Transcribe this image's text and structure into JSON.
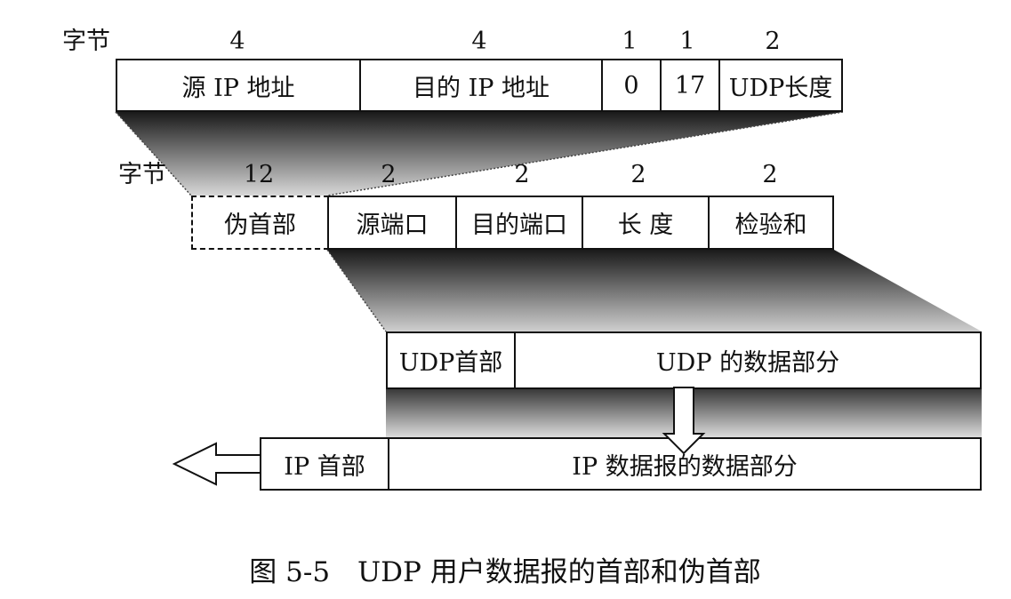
{
  "ip_pseudo_header": {
    "byte_label": "字节",
    "byte_counts": [
      "4",
      "4",
      "1",
      "1",
      "2"
    ],
    "fields": [
      "源 IP 地址",
      "目的 IP 地址",
      "0",
      "17",
      "UDP长度"
    ]
  },
  "udp_header": {
    "byte_label": "字节",
    "byte_counts": [
      "12",
      "2",
      "2",
      "2",
      "2"
    ],
    "pseudo_field": "伪首部",
    "fields": [
      "源端口",
      "目的端口",
      "长 度",
      "检验和"
    ]
  },
  "udp_datagram": {
    "header": "UDP首部",
    "data": "UDP 的数据部分"
  },
  "ip_datagram": {
    "header": "IP 首部",
    "data": "IP 数据报的数据部分"
  },
  "caption": "图 5-5　UDP 用户数据报的首部和伪首部"
}
